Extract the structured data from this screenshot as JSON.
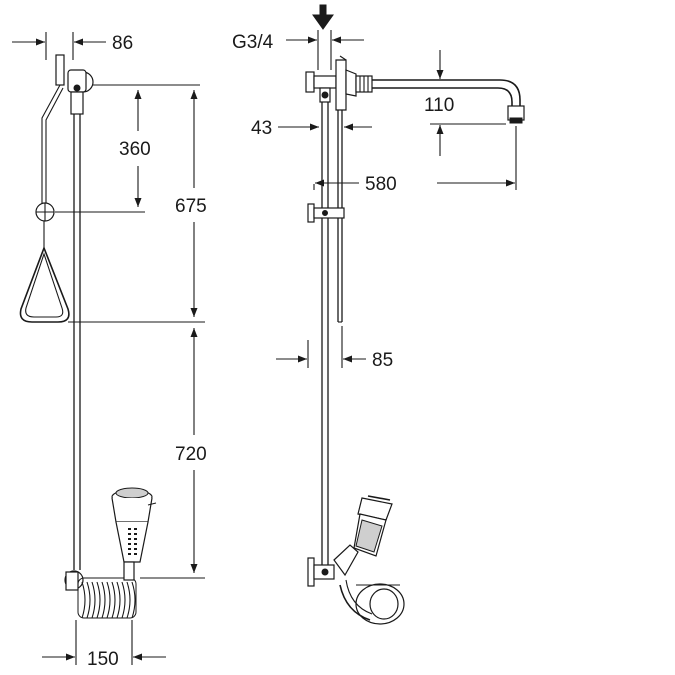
{
  "drawing": {
    "dimensions": {
      "d86": "86",
      "d360": "360",
      "d675": "675",
      "d720": "720",
      "d150": "150",
      "g34": "G3/4",
      "d43": "43",
      "d110": "110",
      "d580": "580",
      "d85": "85"
    }
  },
  "colors": {
    "line": "#1a1a1a",
    "background": "#ffffff",
    "fill": "#cfcfcf"
  }
}
